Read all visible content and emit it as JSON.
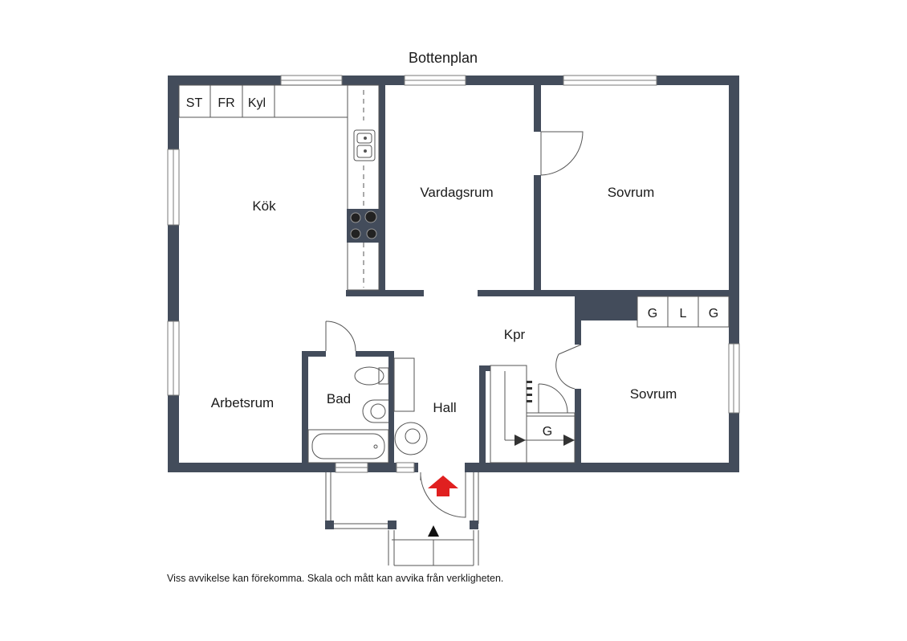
{
  "title": "Bottenplan",
  "disclaimer": "Viss avvikelse kan förekomma. Skala och mått kan avvika från verkligheten.",
  "rooms": {
    "kok": "Kök",
    "vardagsrum": "Vardagsrum",
    "sovrum_1": "Sovrum",
    "sovrum_2": "Sovrum",
    "kpr": "Kpr",
    "arbetsrum": "Arbetsrum",
    "bad": "Bad",
    "hall": "Hall"
  },
  "appliances": {
    "st": "ST",
    "fr": "FR",
    "kyl": "Kyl"
  },
  "closets": {
    "g1": "G",
    "l": "L",
    "g2": "G",
    "g_hall": "G"
  },
  "colors": {
    "wall": "#434c5b",
    "line": "#555555",
    "entrance_arrow": "#e02020"
  }
}
